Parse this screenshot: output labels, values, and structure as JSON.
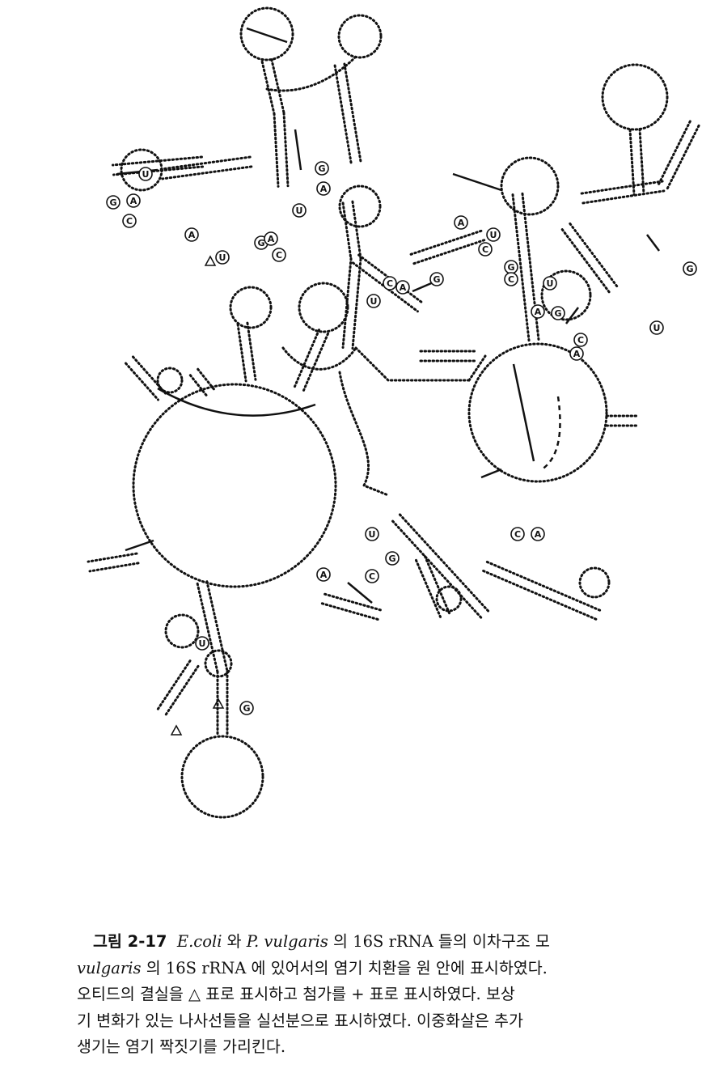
{
  "figure": {
    "base_labels": [
      "U",
      "A",
      "G",
      "C",
      "A",
      "U",
      "G",
      "A",
      "C",
      "U",
      "A",
      "G",
      "C",
      "A",
      "U",
      "G",
      "C",
      "U",
      "A",
      "G",
      "C",
      "U",
      "A",
      "G",
      "C",
      "A",
      "U",
      "G",
      "C",
      "A",
      "U",
      "G",
      "C",
      "A",
      "U",
      "G"
    ]
  },
  "caption": {
    "figure_label": "그림 2-17",
    "species1": "E.coli",
    "text1": " 와 ",
    "species2": "P. vulgaris",
    "text2": " 의  16S  rRNA 들의  이차구조  모",
    "species3": "vulgaris",
    "line2": " 의 16S rRNA 에 있어서의 염기 치환을 원 안에 표시하였다.",
    "line3": "오티드의 결실을 △ 표로 표시하고 첨가를 + 표로 표시하였다. 보상",
    "line4": "기 변화가 있는 나사선들을 실선분으로 표시하였다. 이중화살은 추가",
    "line5": "생기는 염기 짝짓기를 가리킨다."
  }
}
